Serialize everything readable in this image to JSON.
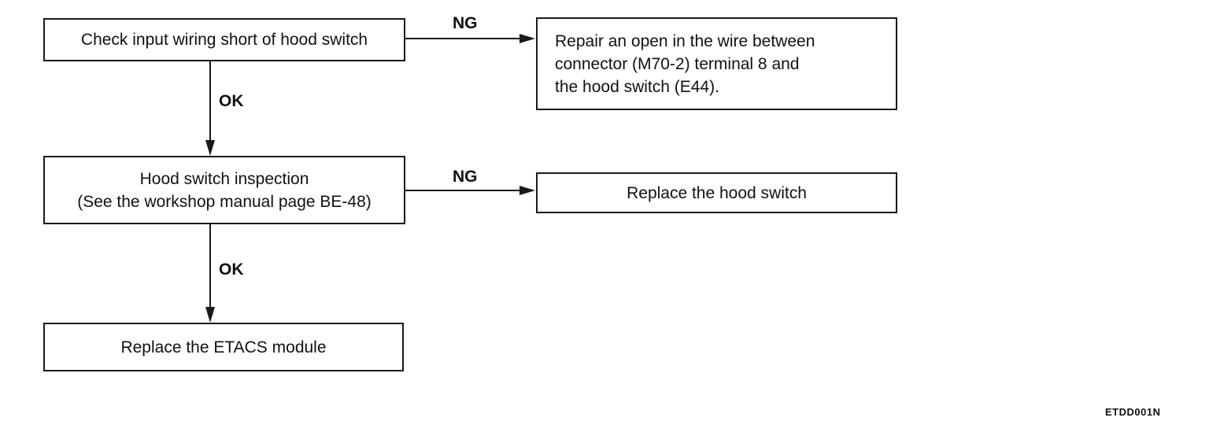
{
  "steps": {
    "check_wiring": {
      "line1": "Check input wiring short of hood switch"
    },
    "repair_open": {
      "line1": "Repair an open in the wire between",
      "line2": "connector (M70-2) terminal 8 and",
      "line3": "the hood switch (E44)."
    },
    "inspection": {
      "line1": "Hood switch inspection",
      "line2": "(See the workshop manual page BE-48)"
    },
    "replace_switch": {
      "line1": "Replace the hood switch"
    },
    "replace_module": {
      "line1": "Replace the ETACS module"
    }
  },
  "branches": {
    "ng_1": "NG",
    "ok_1": "OK",
    "ng_2": "NG",
    "ok_2": "OK"
  },
  "figure_code": "ETDD001N",
  "colors": {
    "line": "#1a1a1a",
    "text": "#111111",
    "background": "#ffffff"
  }
}
